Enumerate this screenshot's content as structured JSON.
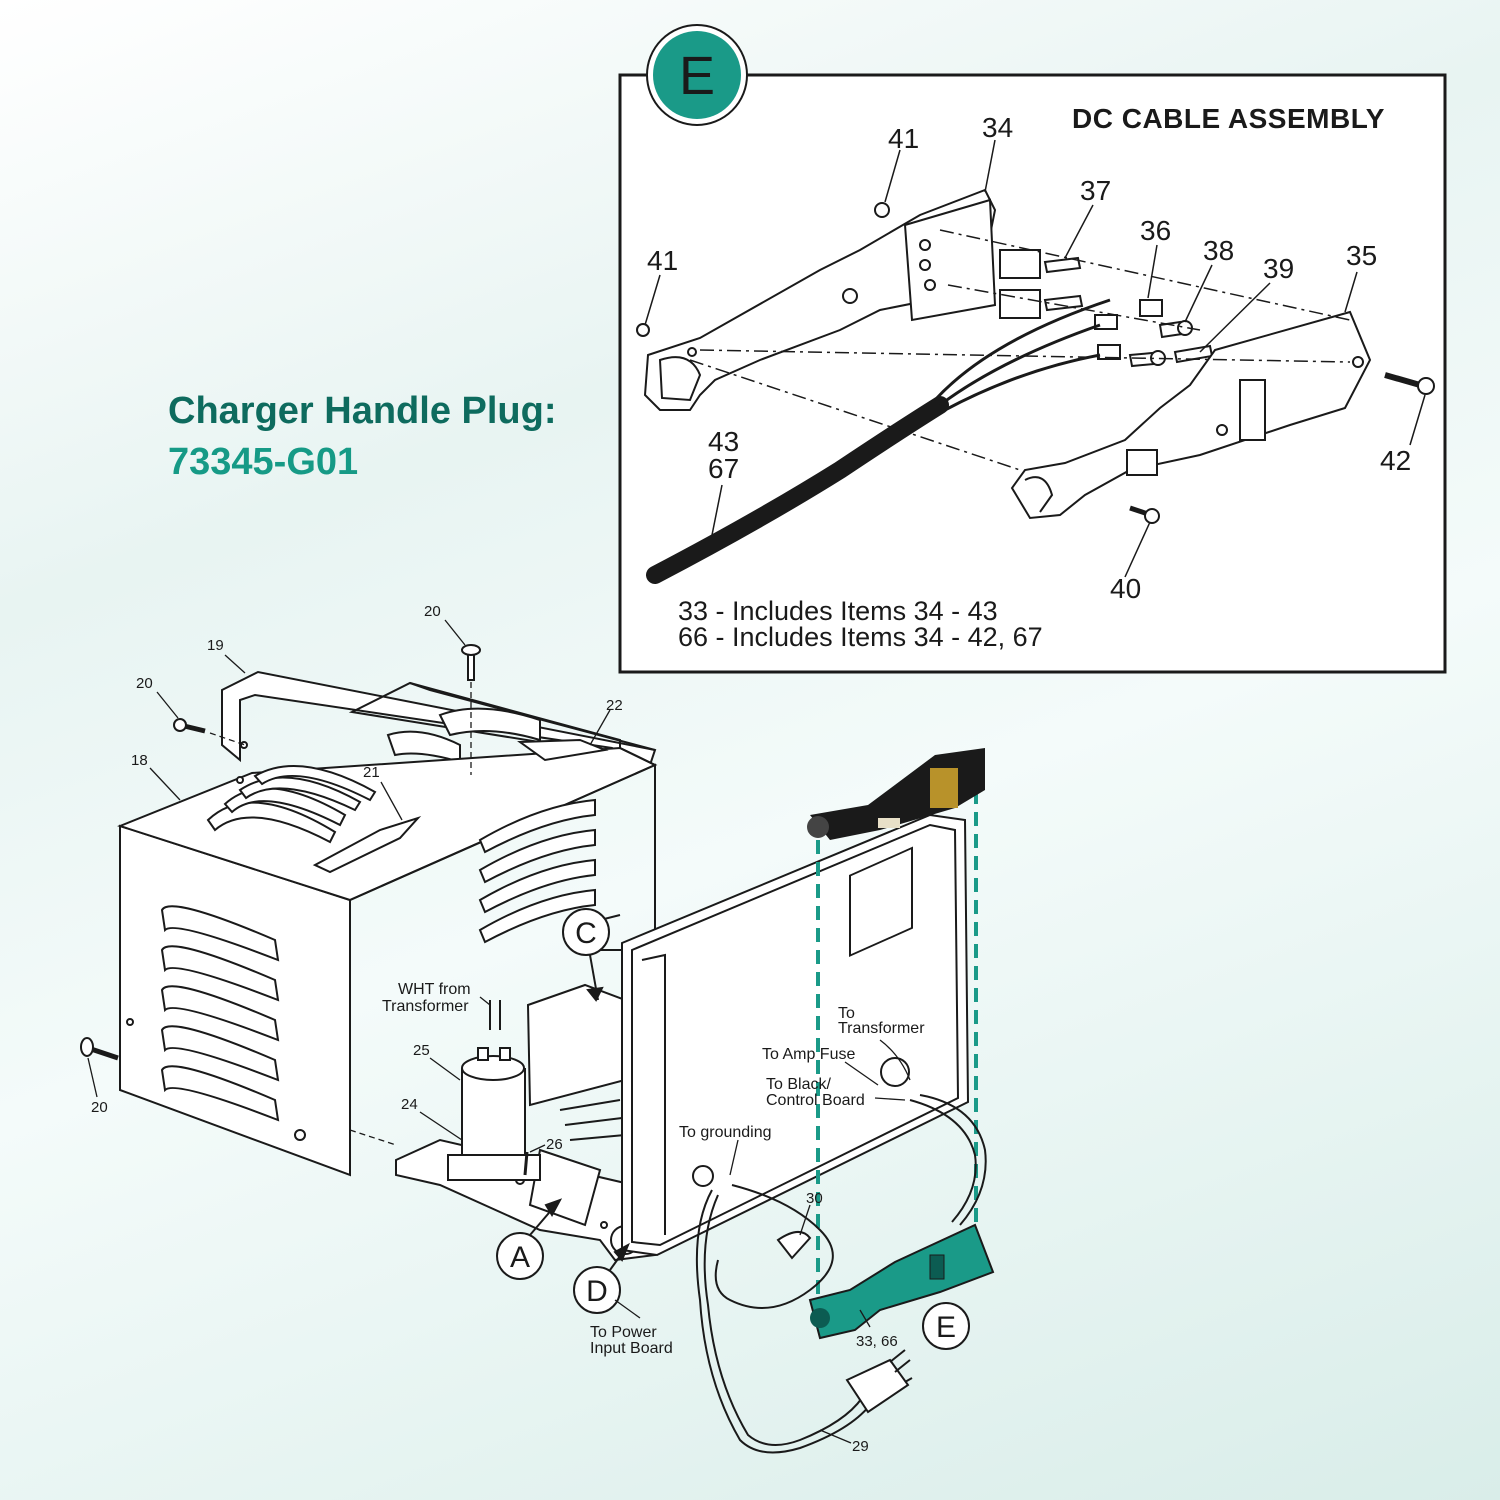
{
  "title": {
    "line1": "Charger Handle Plug:",
    "line2": "73345-G01"
  },
  "colors": {
    "accent": "#1a9a88",
    "title_dark": "#0e6b5e",
    "title_light": "#169a86",
    "line": "#1a1a1a"
  },
  "inset": {
    "badge": "E",
    "heading": "DC CABLE ASSEMBLY",
    "labels": {
      "n41a": "41",
      "n34": "34",
      "n37": "37",
      "n36": "36",
      "n38": "38",
      "n39": "39",
      "n35": "35",
      "n41b": "41",
      "n4367a": "43",
      "n4367b": "67",
      "n42": "42",
      "n40": "40"
    },
    "notes": [
      "33 - Includes Items 34 - 43",
      "66 - Includes Items 34 - 42, 67"
    ]
  },
  "main": {
    "labels": {
      "n20a": "20",
      "n19": "19",
      "n20b": "20",
      "n22": "22",
      "n18": "18",
      "n21": "21",
      "n20c": "20",
      "n25": "25",
      "n24": "24",
      "n26": "26",
      "n30": "30",
      "n29": "29",
      "n3366": "33, 66"
    },
    "callouts": {
      "c": "C",
      "a": "A",
      "d": "D",
      "e": "E"
    },
    "wire_notes": {
      "wht1": "WHT from",
      "wht2": "Transformer",
      "to1": "To",
      "to2": "Transformer",
      "amp": "To Amp Fuse",
      "blk1": "To Black/",
      "blk2": "Control Board",
      "gnd": "To grounding",
      "pwr1": "To Power",
      "pwr2": "Input Board"
    }
  }
}
